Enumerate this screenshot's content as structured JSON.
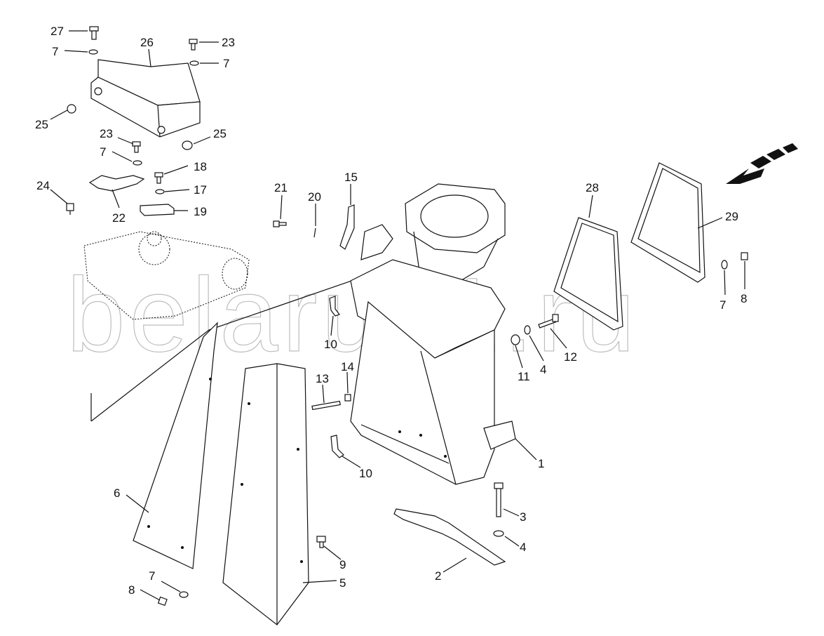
{
  "watermark": "belarus1.ru",
  "callouts": [
    {
      "id": "c27",
      "text": "27"
    },
    {
      "id": "c7a",
      "text": "7"
    },
    {
      "id": "c26",
      "text": "26"
    },
    {
      "id": "c23a",
      "text": "23"
    },
    {
      "id": "c7b",
      "text": "7"
    },
    {
      "id": "c25a",
      "text": "25"
    },
    {
      "id": "c23b",
      "text": "23"
    },
    {
      "id": "c25b",
      "text": "25"
    },
    {
      "id": "c7c",
      "text": "7"
    },
    {
      "id": "c18",
      "text": "18"
    },
    {
      "id": "c24",
      "text": "24"
    },
    {
      "id": "c17",
      "text": "17"
    },
    {
      "id": "c22",
      "text": "22"
    },
    {
      "id": "c19",
      "text": "19"
    },
    {
      "id": "c21",
      "text": "21"
    },
    {
      "id": "c20",
      "text": "20"
    },
    {
      "id": "c15",
      "text": "15"
    },
    {
      "id": "c28",
      "text": "28"
    },
    {
      "id": "c29",
      "text": "29"
    },
    {
      "id": "c10a",
      "text": "10"
    },
    {
      "id": "c7d",
      "text": "7"
    },
    {
      "id": "c8a",
      "text": "8"
    },
    {
      "id": "c11",
      "text": "11"
    },
    {
      "id": "c4a",
      "text": "4"
    },
    {
      "id": "c12",
      "text": "12"
    },
    {
      "id": "c13",
      "text": "13"
    },
    {
      "id": "c14",
      "text": "14"
    },
    {
      "id": "c10b",
      "text": "10"
    },
    {
      "id": "c1",
      "text": "1"
    },
    {
      "id": "c6",
      "text": "6"
    },
    {
      "id": "c3",
      "text": "3"
    },
    {
      "id": "c4b",
      "text": "4"
    },
    {
      "id": "c9",
      "text": "9"
    },
    {
      "id": "c2",
      "text": "2"
    },
    {
      "id": "c5",
      "text": "5"
    },
    {
      "id": "c7e",
      "text": "7"
    },
    {
      "id": "c8b",
      "text": "8"
    }
  ]
}
